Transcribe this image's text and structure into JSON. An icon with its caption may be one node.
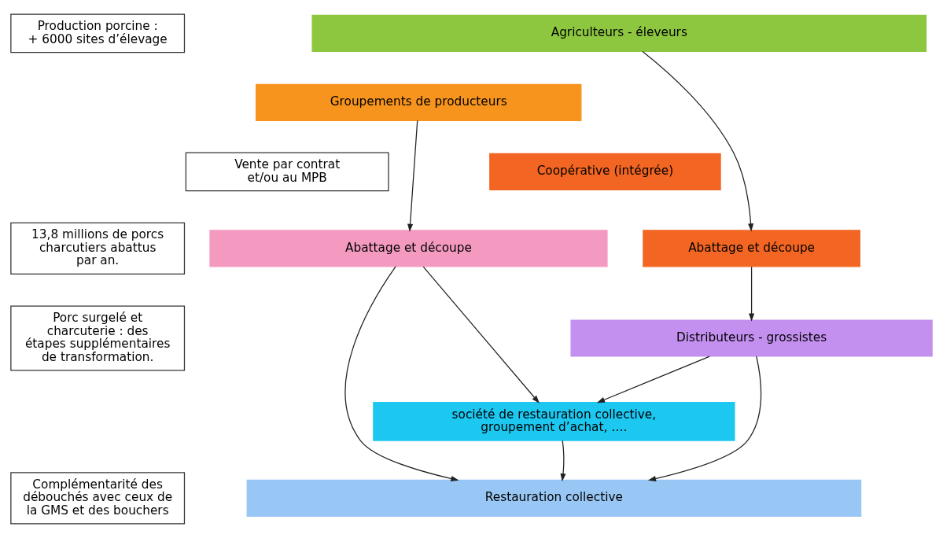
{
  "diagram": {
    "nodes": [
      {
        "text": [
          "Production porcine :",
          "+ 6000 sites d’élevage"
        ]
      },
      {
        "text": [
          "Agriculteurs - éleveurs"
        ]
      },
      {
        "text": [
          "Groupements de producteurs"
        ]
      },
      {
        "text": [
          "Coopérative (intégrée)"
        ]
      },
      {
        "text": [
          "Vente par contrat et/ou au MPB"
        ]
      },
      {
        "text": [
          "13,8 millions de porcs charcutiers abattus par an."
        ]
      },
      {
        "text": [
          "Abattage et découpe"
        ]
      },
      {
        "text": [
          "Abattage et découpe"
        ]
      },
      {
        "text": [
          "Porc surgelé et charcuterie : des étapes supplémentaires de transformation."
        ]
      },
      {
        "text": [
          "Distributeurs - grossistes"
        ]
      },
      {
        "text": [
          "société de restauration collective, groupement d’achat, …."
        ]
      },
      {
        "text": [
          "Complémentarité des débouchés avec ceux de la GMS et des bouchers"
        ]
      },
      {
        "text": [
          "Restauration collective"
        ]
      }
    ],
    "edges": [
      {
        "from": 2,
        "to": 6,
        "arrow": "to"
      },
      {
        "from": 1,
        "to": 7,
        "arrow": "to"
      },
      {
        "from": 6,
        "to": 12,
        "arrow": "to"
      },
      {
        "from": 6,
        "to": 10,
        "arrow": "to"
      },
      {
        "from": 7,
        "to": 9,
        "arrow": "to"
      },
      {
        "from": 9,
        "to": 10,
        "arrow": "to"
      },
      {
        "from": 10,
        "to": 12,
        "arrow": "to"
      },
      {
        "from": 9,
        "to": 12,
        "arrow": "to"
      }
    ]
  }
}
